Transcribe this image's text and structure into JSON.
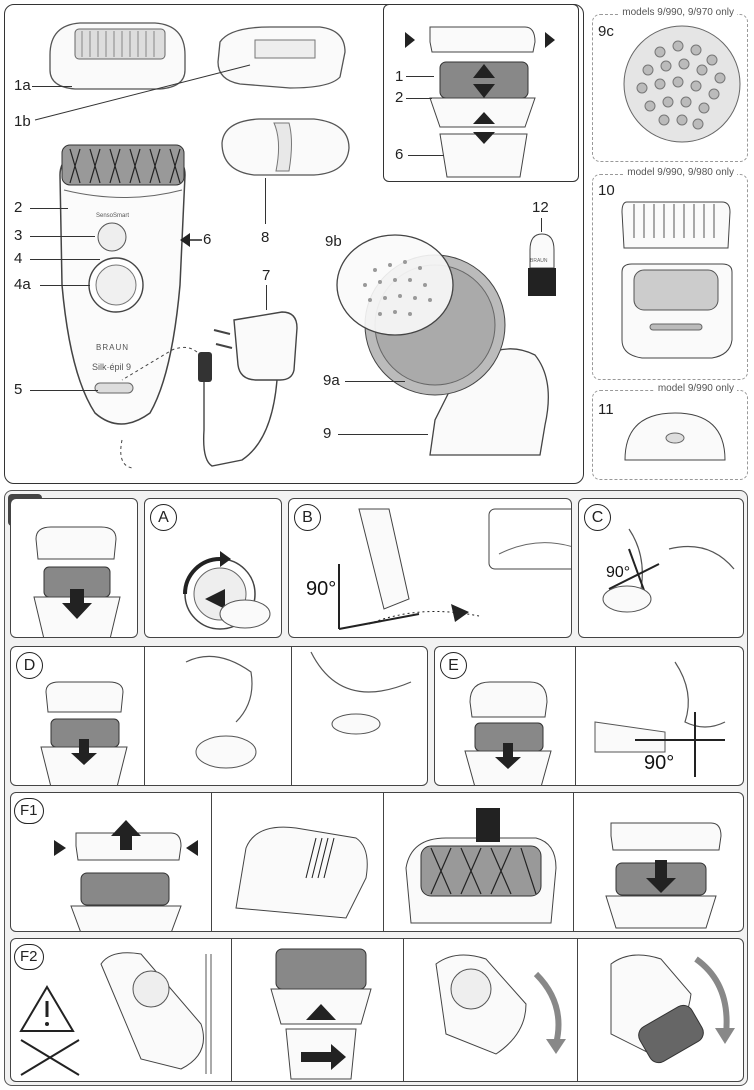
{
  "overview": {
    "labels": {
      "l1a": "1a",
      "l1b": "1b",
      "l2": "2",
      "l3": "3",
      "l4": "4",
      "l4a": "4a",
      "l5": "5",
      "l6": "6",
      "l7": "7",
      "l8": "8",
      "l9": "9",
      "l9a": "9a",
      "l9b": "9b",
      "l12": "12",
      "l1r": "1",
      "l2r": "2",
      "l6r": "6",
      "l9c": "9c",
      "l10": "10",
      "l11": "11"
    },
    "device_text": {
      "smart": "SensoSmart",
      "brand": "BRAUN",
      "model": "Silk·épil 9",
      "brush_brand": "BRAUN"
    },
    "model_notes": {
      "n9c": "models 9/990, 9/970 only",
      "n10": "model 9/990, 9/980 only",
      "n11": "model 9/990 only"
    }
  },
  "section_marker": "I",
  "steps": {
    "A": "A",
    "B": "B",
    "C": "C",
    "D": "D",
    "E": "E",
    "F1": "F1",
    "F2": "F2",
    "angle_b": "90°",
    "angle_c": "90°",
    "angle_e": "90°"
  },
  "colors": {
    "arrow": "#222222",
    "panel_bg": "#f2f2f2",
    "line": "#333333"
  }
}
